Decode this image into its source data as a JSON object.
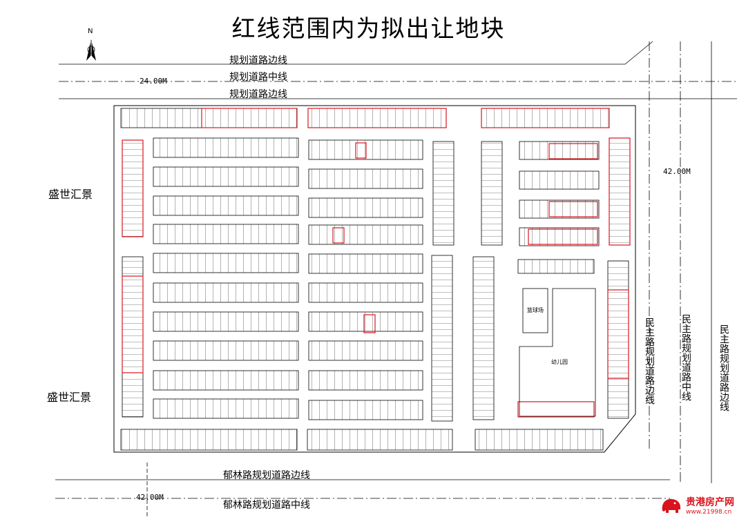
{
  "title": "红线范围内为拟出让地块",
  "compass": "N",
  "roads": {
    "north_edge_1": "规划道路边线",
    "north_center": "规划道路中线",
    "north_edge_2": "规划道路边线",
    "south_edge": "郁林路规划道路边线",
    "south_center": "郁林路规划道路中线",
    "east_edge_1": "民主路规划道路边线",
    "east_center": "民主路规划道路中线",
    "east_edge_2": "民主路规划道路边线"
  },
  "dimensions": {
    "north_width": "24.00M",
    "east_width": "42.00M",
    "south_width": "42.00M"
  },
  "neighbors": {
    "west_top": "盛世汇景",
    "west_bottom": "盛世汇景"
  },
  "facilities": {
    "basketball": "篮球场",
    "kindergarten": "幼儿园"
  },
  "watermark": {
    "site": "贵港房产网",
    "url": "www.21998.cn"
  },
  "colors": {
    "redline": "#d9141d",
    "linework": "#000000"
  }
}
